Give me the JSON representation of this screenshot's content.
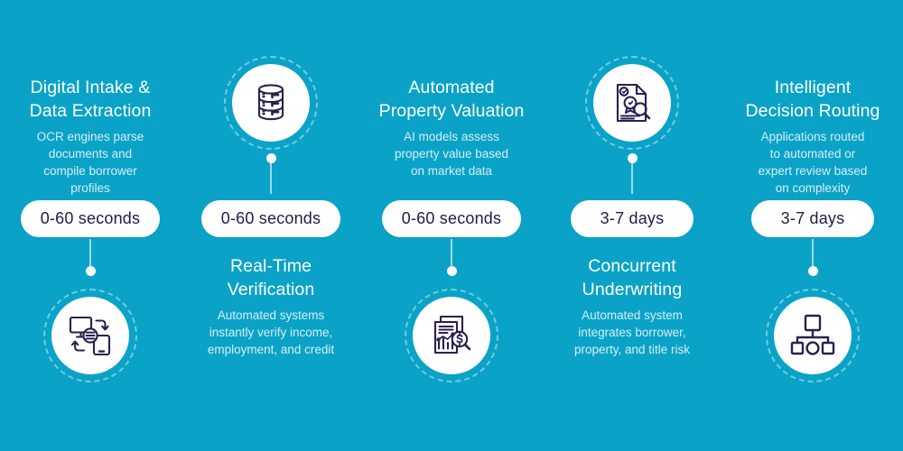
{
  "theme": {
    "background": "#0aa3c7",
    "title_color": "#ffffff",
    "desc_color": "#d5edf5",
    "pill_background": "#ffffff",
    "pill_text_color": "#241a4a",
    "ring_color": "#6fcbe2",
    "connector_color": "#9ddbeb",
    "icon_stroke": "#2b2050"
  },
  "stages": [
    {
      "position": "top",
      "title": "Digital Intake &\nData Extraction",
      "description": "OCR engines parse\ndocuments and\ncompile borrower\nprofiles",
      "duration": "0-60 seconds",
      "icon": "data-sync-devices-icon"
    },
    {
      "position": "bottom",
      "title": "Real-Time\nVerification",
      "description": "Automated systems\ninstantly verify income,\nemployment, and credit",
      "duration": "0-60 seconds",
      "icon": "database-stack-icon"
    },
    {
      "position": "top",
      "title": "Automated\nProperty Valuation",
      "description": "AI models assess\nproperty value based\non market data",
      "duration": "0-60 seconds",
      "icon": "financial-report-chart-icon"
    },
    {
      "position": "bottom",
      "title": "Concurrent\nUnderwriting",
      "description": "Automated system\nintegrates borrower,\nproperty, and title risk",
      "duration": "3-7 days",
      "icon": "certificate-review-icon"
    },
    {
      "position": "top",
      "title": "Intelligent\nDecision Routing",
      "description": "Applications routed\nto automated or\nexpert review based\non complexity",
      "duration": "3-7 days",
      "icon": "hierarchy-routing-icon"
    }
  ]
}
